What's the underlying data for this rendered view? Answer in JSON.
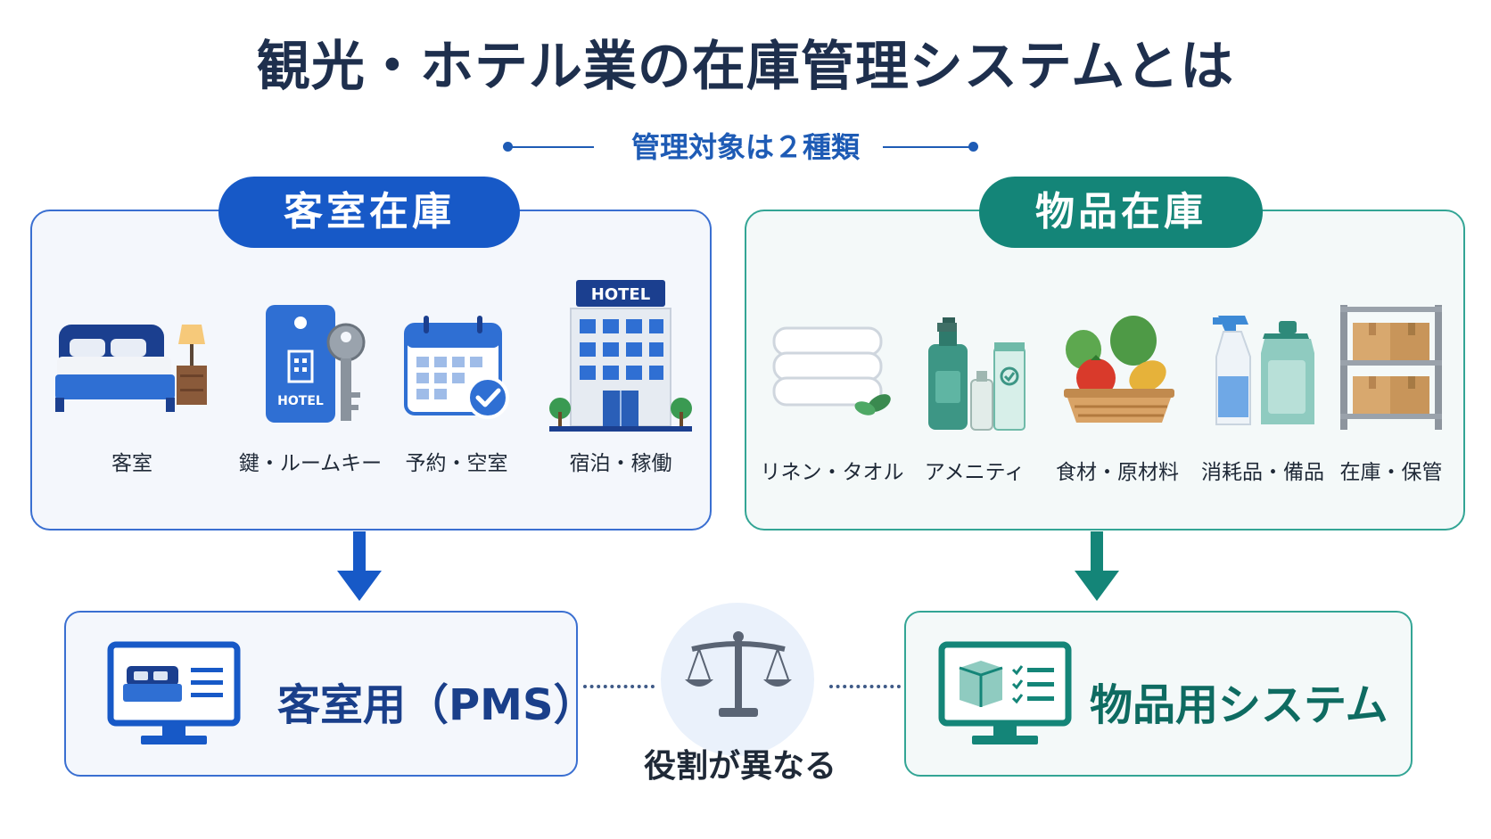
{
  "title": "観光・ホテル業の在庫管理システムとは",
  "subtitle": "管理対象は２種類",
  "room_inventory": {
    "heading": "客室在庫",
    "items": [
      {
        "label": "客室",
        "icon": "bed-icon"
      },
      {
        "label": "鍵・ルームキー",
        "icon": "room-key-icon"
      },
      {
        "label": "予約・空室",
        "icon": "calendar-check-icon"
      },
      {
        "label": "宿泊・稼働",
        "icon": "hotel-building-icon"
      }
    ],
    "key_tag_text": "HOTEL",
    "hotel_sign_text": "HOTEL"
  },
  "goods_inventory": {
    "heading": "物品在庫",
    "items": [
      {
        "label": "リネン・タオル",
        "icon": "towels-icon"
      },
      {
        "label": "アメニティ",
        "icon": "amenity-bottles-icon"
      },
      {
        "label": "食材・原材料",
        "icon": "vegetable-basket-icon"
      },
      {
        "label": "消耗品・備品",
        "icon": "cleaning-supplies-icon"
      },
      {
        "label": "在庫・保管",
        "icon": "storage-shelf-icon"
      }
    ]
  },
  "systems": {
    "room_system": "客室用（PMS）",
    "goods_system": "物品用システム",
    "difference_label": "役割が異なる"
  },
  "colors": {
    "blue_accent": "#1759c7",
    "teal_accent": "#148578",
    "title": "#1e2f4d"
  }
}
